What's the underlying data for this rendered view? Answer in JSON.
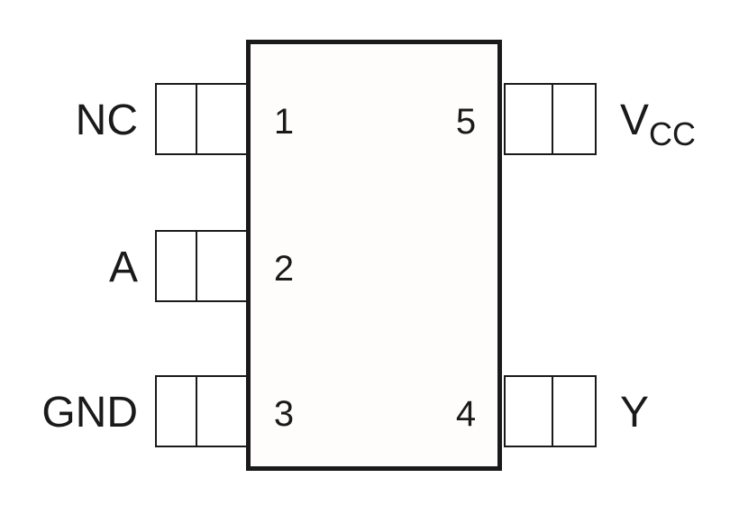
{
  "pins": [
    {
      "number": "1",
      "signal": "NC"
    },
    {
      "number": "2",
      "signal": "A"
    },
    {
      "number": "3",
      "signal": "GND"
    },
    {
      "number": "4",
      "signal": "Y"
    },
    {
      "number": "5",
      "signal_main": "V",
      "signal_sub": "CC"
    }
  ]
}
